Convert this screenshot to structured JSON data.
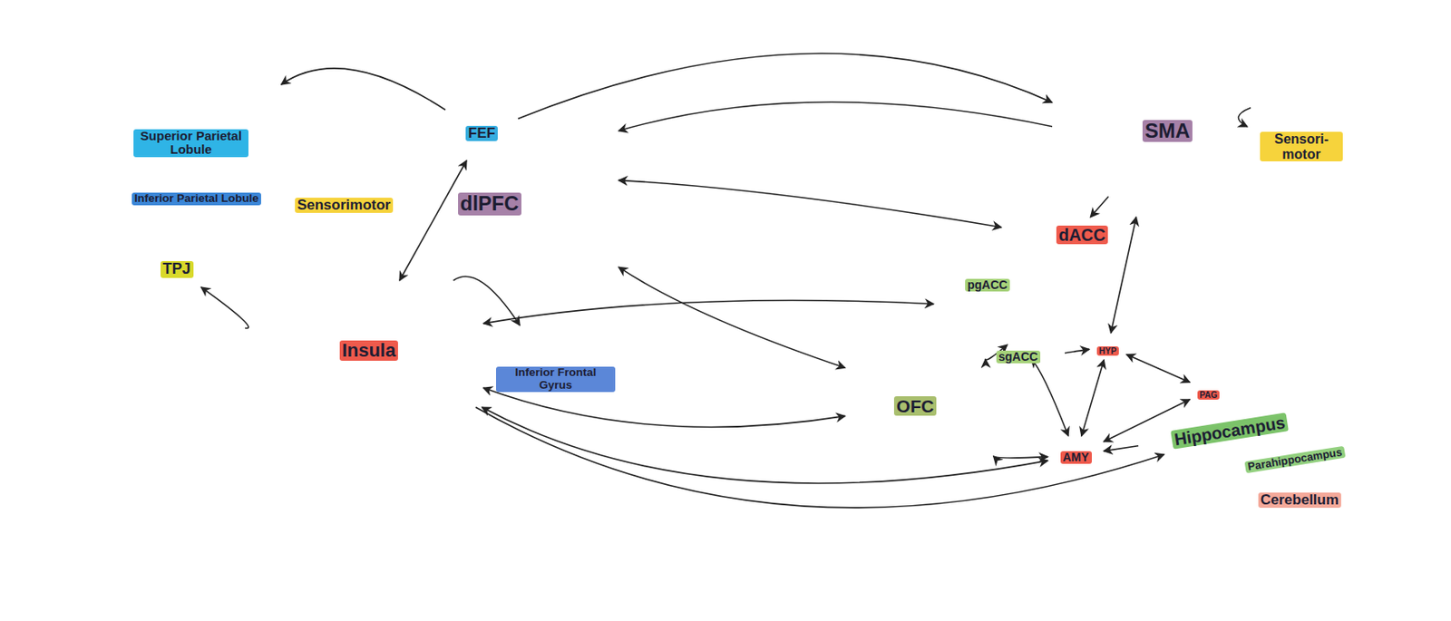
{
  "diagram": {
    "nodes": [
      {
        "text": [
          "Superior Parietal Lobule"
        ]
      },
      {
        "text": [
          "Inferior Parietal Lobule"
        ]
      },
      {
        "text": [
          "TPJ"
        ],
        "in": 1
      },
      {
        "text": [
          "Sensorimotor"
        ]
      },
      {
        "text": [
          "dlPFC"
        ]
      },
      {
        "text": [
          "FEF"
        ],
        "in": 4
      },
      {
        "text": [
          "Insula"
        ]
      },
      {
        "text": [
          "Inferior Frontal Gyrus"
        ]
      },
      {
        "text": [
          "SMA"
        ]
      },
      {
        "text": [
          "Sensori- motor"
        ]
      },
      {
        "text": [
          "dACC"
        ]
      },
      {
        "text": [
          "pgACC"
        ]
      },
      {
        "text": [
          "sgACC"
        ]
      },
      {
        "text": [
          "OFC"
        ]
      },
      {
        "text": [
          "HYP"
        ]
      },
      {
        "text": [
          "PAG"
        ]
      },
      {
        "text": [
          "AMY"
        ]
      },
      {
        "text": [
          "Hippocampus"
        ]
      },
      {
        "text": [
          "Parahippocampus"
        ]
      },
      {
        "text": [
          "Cerebellum"
        ]
      }
    ],
    "edges": [
      {
        "from": 5,
        "to": 0,
        "arrow": "to"
      },
      {
        "from": 5,
        "to": 6,
        "arrow": "both"
      },
      {
        "from": 6,
        "to": 2,
        "arrow": "to"
      },
      {
        "from": 6,
        "to": 7,
        "arrow": "to"
      },
      {
        "from": 5,
        "to": 8,
        "arrow": "to"
      },
      {
        "from": 8,
        "to": 4,
        "arrow": "to"
      },
      {
        "from": 4,
        "to": 10,
        "arrow": "both"
      },
      {
        "from": 6,
        "to": 11,
        "arrow": "both"
      },
      {
        "from": 4,
        "to": 13,
        "arrow": "both"
      },
      {
        "from": 6,
        "to": 13,
        "arrow": "both"
      },
      {
        "from": 6,
        "to": 16,
        "arrow": "both"
      },
      {
        "from": 6,
        "to": 17,
        "arrow": "to"
      },
      {
        "from": 8,
        "to": 9,
        "arrow": "to"
      },
      {
        "from": 10,
        "to": 8,
        "arrow": "to"
      },
      {
        "from": 14,
        "to": 8,
        "arrow": "both"
      },
      {
        "from": 11,
        "to": 13,
        "arrow": "both"
      },
      {
        "from": 12,
        "to": 14,
        "arrow": "to"
      },
      {
        "from": 13,
        "to": 16,
        "arrow": "both"
      },
      {
        "from": 11,
        "to": 16,
        "arrow": "both"
      },
      {
        "from": 16,
        "to": 14,
        "arrow": "both"
      },
      {
        "from": 16,
        "to": 15,
        "arrow": "both"
      },
      {
        "from": 14,
        "to": 15,
        "arrow": "both"
      },
      {
        "from": 17,
        "to": 16,
        "arrow": "to"
      }
    ]
  }
}
